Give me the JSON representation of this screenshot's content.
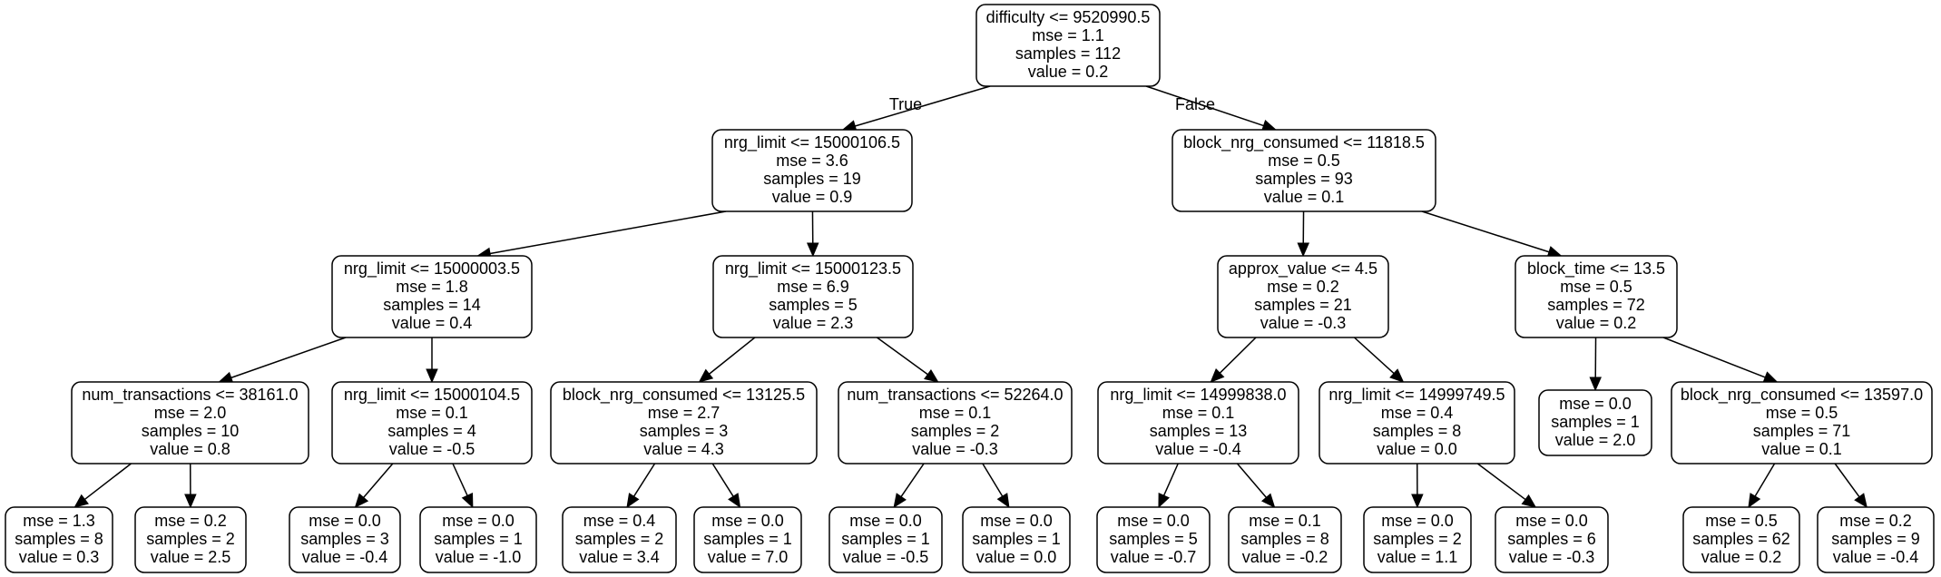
{
  "tree": {
    "nodes": [
      {
        "id": "n0",
        "lines": [
          "difficulty <= 9520990.5",
          "mse = 1.1",
          "samples = 112",
          "value = 0.2"
        ]
      },
      {
        "id": "n1",
        "lines": [
          "nrg_limit <= 15000106.5",
          "mse = 3.6",
          "samples = 19",
          "value = 0.9"
        ]
      },
      {
        "id": "n2",
        "lines": [
          "block_nrg_consumed <= 11818.5",
          "mse = 0.5",
          "samples = 93",
          "value = 0.1"
        ]
      },
      {
        "id": "n3",
        "lines": [
          "nrg_limit <= 15000003.5",
          "mse = 1.8",
          "samples = 14",
          "value = 0.4"
        ]
      },
      {
        "id": "n4",
        "lines": [
          "nrg_limit <= 15000123.5",
          "mse = 6.9",
          "samples = 5",
          "value = 2.3"
        ]
      },
      {
        "id": "n5",
        "lines": [
          "approx_value <= 4.5",
          "mse = 0.2",
          "samples = 21",
          "value = -0.3"
        ]
      },
      {
        "id": "n6",
        "lines": [
          "block_time <= 13.5",
          "mse = 0.5",
          "samples = 72",
          "value = 0.2"
        ]
      },
      {
        "id": "n7",
        "lines": [
          "num_transactions <= 38161.0",
          "mse = 2.0",
          "samples = 10",
          "value = 0.8"
        ]
      },
      {
        "id": "n8",
        "lines": [
          "nrg_limit <= 15000104.5",
          "mse = 0.1",
          "samples = 4",
          "value = -0.5"
        ]
      },
      {
        "id": "n9",
        "lines": [
          "block_nrg_consumed <= 13125.5",
          "mse = 2.7",
          "samples = 3",
          "value = 4.3"
        ]
      },
      {
        "id": "n10",
        "lines": [
          "num_transactions <= 52264.0",
          "mse = 0.1",
          "samples = 2",
          "value = -0.3"
        ]
      },
      {
        "id": "n11",
        "lines": [
          "nrg_limit <= 14999838.0",
          "mse = 0.1",
          "samples = 13",
          "value = -0.4"
        ]
      },
      {
        "id": "n12",
        "lines": [
          "nrg_limit <= 14999749.5",
          "mse = 0.4",
          "samples = 8",
          "value = 0.0"
        ]
      },
      {
        "id": "n13",
        "lines": [
          "mse = 0.0",
          "samples = 1",
          "value = 2.0"
        ]
      },
      {
        "id": "n14",
        "lines": [
          "block_nrg_consumed <= 13597.0",
          "mse = 0.5",
          "samples = 71",
          "value = 0.1"
        ]
      },
      {
        "id": "n15",
        "lines": [
          "mse = 1.3",
          "samples = 8",
          "value = 0.3"
        ]
      },
      {
        "id": "n16",
        "lines": [
          "mse = 0.2",
          "samples = 2",
          "value = 2.5"
        ]
      },
      {
        "id": "n17",
        "lines": [
          "mse = 0.0",
          "samples = 3",
          "value = -0.4"
        ]
      },
      {
        "id": "n18",
        "lines": [
          "mse = 0.0",
          "samples = 1",
          "value = -1.0"
        ]
      },
      {
        "id": "n19",
        "lines": [
          "mse = 0.4",
          "samples = 2",
          "value = 3.4"
        ]
      },
      {
        "id": "n20",
        "lines": [
          "mse = 0.0",
          "samples = 1",
          "value = 7.0"
        ]
      },
      {
        "id": "n21",
        "lines": [
          "mse = 0.0",
          "samples = 1",
          "value = -0.5"
        ]
      },
      {
        "id": "n22",
        "lines": [
          "mse = 0.0",
          "samples = 1",
          "value = 0.0"
        ]
      },
      {
        "id": "n23",
        "lines": [
          "mse = 0.0",
          "samples = 5",
          "value = -0.7"
        ]
      },
      {
        "id": "n24",
        "lines": [
          "mse = 0.1",
          "samples = 8",
          "value = -0.2"
        ]
      },
      {
        "id": "n25",
        "lines": [
          "mse = 0.0",
          "samples = 2",
          "value = 1.1"
        ]
      },
      {
        "id": "n26",
        "lines": [
          "mse = 0.0",
          "samples = 6",
          "value = -0.3"
        ]
      },
      {
        "id": "n27",
        "lines": [
          "mse = 0.5",
          "samples = 62",
          "value = 0.2"
        ]
      },
      {
        "id": "n28",
        "lines": [
          "mse = 0.2",
          "samples = 9",
          "value = -0.4"
        ]
      }
    ],
    "edges": [
      {
        "from": "n0",
        "to": "n1",
        "label": "True"
      },
      {
        "from": "n0",
        "to": "n2",
        "label": "False"
      },
      {
        "from": "n1",
        "to": "n3"
      },
      {
        "from": "n1",
        "to": "n4"
      },
      {
        "from": "n2",
        "to": "n5"
      },
      {
        "from": "n2",
        "to": "n6"
      },
      {
        "from": "n3",
        "to": "n7"
      },
      {
        "from": "n3",
        "to": "n8"
      },
      {
        "from": "n4",
        "to": "n9"
      },
      {
        "from": "n4",
        "to": "n10"
      },
      {
        "from": "n5",
        "to": "n11"
      },
      {
        "from": "n5",
        "to": "n12"
      },
      {
        "from": "n6",
        "to": "n13"
      },
      {
        "from": "n6",
        "to": "n14"
      },
      {
        "from": "n7",
        "to": "n15"
      },
      {
        "from": "n7",
        "to": "n16"
      },
      {
        "from": "n8",
        "to": "n17"
      },
      {
        "from": "n8",
        "to": "n18"
      },
      {
        "from": "n9",
        "to": "n19"
      },
      {
        "from": "n9",
        "to": "n20"
      },
      {
        "from": "n10",
        "to": "n21"
      },
      {
        "from": "n10",
        "to": "n22"
      },
      {
        "from": "n11",
        "to": "n23"
      },
      {
        "from": "n11",
        "to": "n24"
      },
      {
        "from": "n12",
        "to": "n25"
      },
      {
        "from": "n12",
        "to": "n26"
      },
      {
        "from": "n14",
        "to": "n27"
      },
      {
        "from": "n14",
        "to": "n28"
      }
    ]
  }
}
